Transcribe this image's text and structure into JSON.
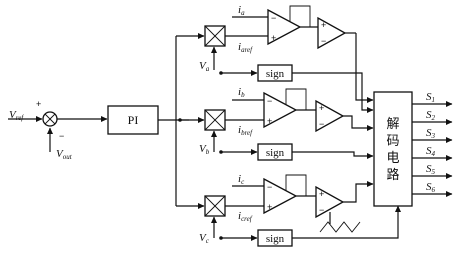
{
  "inputs": {
    "vref_main": "V",
    "vref_sub": "ref",
    "vout_main": "V",
    "vout_sub": "out",
    "plus": "+",
    "minus": "−"
  },
  "pi_label": "PI",
  "phases": [
    {
      "i_main": "i",
      "i_sub": "a",
      "iref_main": "i",
      "iref_sub": "aref",
      "v_main": "V",
      "v_sub": "a",
      "sign_label": "sign"
    },
    {
      "i_main": "i",
      "i_sub": "b",
      "iref_main": "i",
      "iref_sub": "bref",
      "v_main": "V",
      "v_sub": "b",
      "sign_label": "sign"
    },
    {
      "i_main": "i",
      "i_sub": "c",
      "iref_main": "i",
      "iref_sub": "cref",
      "v_main": "V",
      "v_sub": "c",
      "sign_label": "sign"
    }
  ],
  "opamp_marks": {
    "minus": "−",
    "plus": "+"
  },
  "decoder": {
    "chars": [
      "解",
      "码",
      "电",
      "路"
    ]
  },
  "outputs": [
    {
      "main": "S",
      "sub": "1"
    },
    {
      "main": "S",
      "sub": "2"
    },
    {
      "main": "S",
      "sub": "3"
    },
    {
      "main": "S",
      "sub": "4"
    },
    {
      "main": "S",
      "sub": "5"
    },
    {
      "main": "S",
      "sub": "6"
    }
  ]
}
